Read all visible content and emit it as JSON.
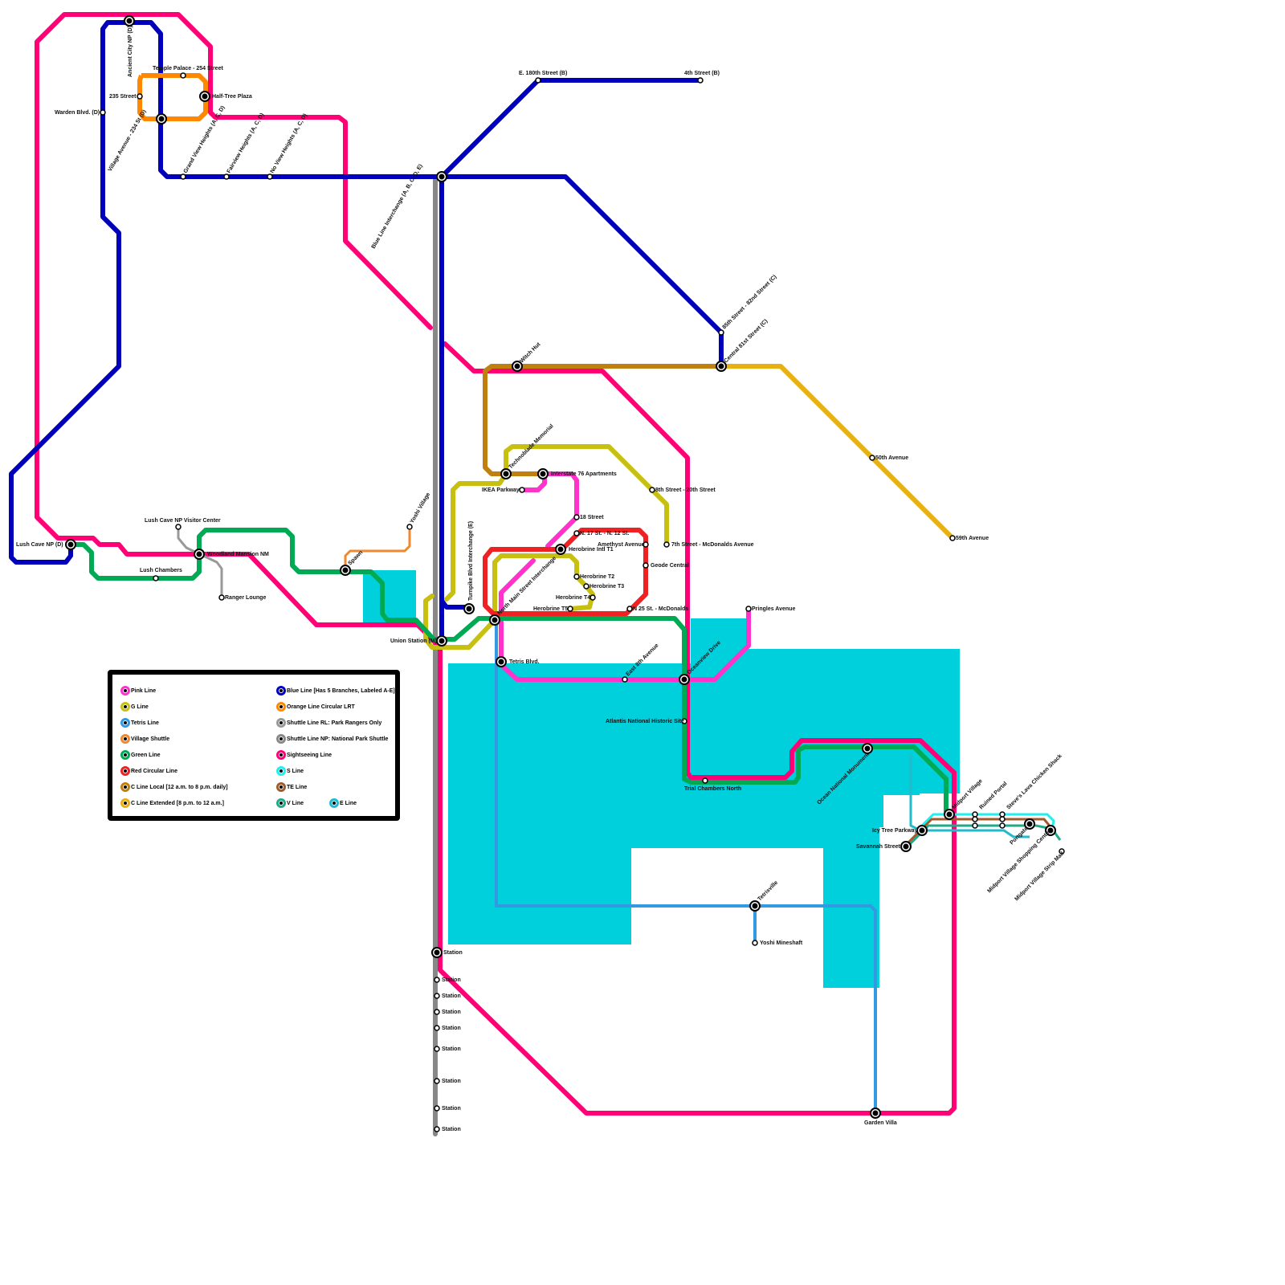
{
  "water_color": "#00cfdc",
  "lines": {
    "pink_line": "#ff33cc",
    "g_line": "#c8c010",
    "tetris_line": "#3399e0",
    "village_shuttle": "#f08830",
    "green_line": "#00aa55",
    "red_line": "#ee2222",
    "c_local": "#c08010",
    "c_extended": "#e8b010",
    "blue_line": "#0000bb",
    "orange_lrt": "#ff8800",
    "shuttle_rl": "#999999",
    "shuttle_np": "#888888",
    "sightseeing": "#ff0077",
    "s_line": "#22eeee",
    "te_line": "#a05a2c",
    "v_line": "#22aa88",
    "e_line": "#22bbcc"
  },
  "stations": {
    "ancient_city": "Ancient City NP (D)",
    "temple_palace": "Temple Palace - 254 Street",
    "s235": "235 Street",
    "half_tree": "Half-Tree Plaza",
    "warden": "Warden Blvd. (D)",
    "village_ave": "Village Avenue - 234 St (D)",
    "grand_view": "Grand View Heights (A, C, D)",
    "fairview": "Fairview Heights (A, C, D)",
    "no_view": "No View Heights (A, C, D)",
    "blue_interchange": "Blue Line Interchange (A, B, C, D, E)",
    "e180": "E. 180th Street (B)",
    "fourth": "4th Street (B)",
    "s85": "85th Street - 82nd Street (C)",
    "central81": "Central 81st Street (C)",
    "witch_hut": "Witch Hut",
    "ave50": "50th Avenue",
    "ave59": "59th Avenue",
    "techno": "Technoblade Memorial",
    "interstate": "Interstate 76 Apartments",
    "ikea": "IKEA Parkway",
    "s8": "8th Street - 20th Street",
    "s7": "7th Street - McDonalds Avenue",
    "s18": "18 Street",
    "n17": "N. 17 St. - N. 12 St.",
    "herobrine_t1": "Herobrine Intl T1",
    "amethyst": "Amethyst Avenue",
    "geode": "Geode Central",
    "herobrine_t2": "Herobrine T2",
    "herobrine_t3": "Herobrine T3",
    "herobrine_t4": "Herobrine T4",
    "herobrine_t5": "Herobrine T5",
    "n25": "N 25 St. - McDonalds",
    "turnpike": "Turnpike Blvd Interchange (E)",
    "north_main": "North Main Street Interchange",
    "yoshi_village": "Yoshi Village",
    "spawn": "Spawn",
    "lush_visitor": "Lush Cave NP Visitor Center",
    "lush_cave": "Lush Cave NP (D)",
    "woodland": "Woodland Mansion NM",
    "lush_chambers": "Lush Chambers",
    "ranger_lounge": "Ranger Lounge",
    "union": "Union Station (M)",
    "tetris_blvd": "Tetris Blvd.",
    "pringles": "Pringles Avenue",
    "east8": "East 8th Avenue",
    "oceanview": "Oceanview Drive",
    "atlantis": "Atlantis National Historic Site",
    "trial_chambers": "Trial Chambers North",
    "ocean_monument": "Ocean National Monument",
    "midport_village": "Midport Village",
    "ruined_portal": "Ruined Portal",
    "steves": "Steve's Lava Chicken Shack",
    "icy_tree": "Icy Tree Parkway",
    "savannah": "Savannah Street",
    "portgate": "Portgate",
    "midport_shopping": "Midport Village Shopping Center",
    "midport_strip": "Midport Village Strip Mall",
    "tetrisville": "Tetrisville",
    "yoshi_mineshaft": "Yoshi Mineshaft",
    "garden_villa": "Garden Villa",
    "station": "Station"
  },
  "legend": [
    {
      "label": "Pink Line",
      "color": "#ff33cc"
    },
    {
      "label": "G Line",
      "color": "#c8c010"
    },
    {
      "label": "Tetris Line",
      "color": "#3399e0"
    },
    {
      "label": "Village Shuttle",
      "color": "#f08830"
    },
    {
      "label": "Green Line",
      "color": "#00aa55"
    },
    {
      "label": "Red Circular Line",
      "color": "#ee2222"
    },
    {
      "label": "C Line Local [12 a.m. to 8 p.m. daily]",
      "color": "#c08010"
    },
    {
      "label": "C Line Extended [8 p.m. to 12 a.m.]",
      "color": "#e8b010"
    },
    {
      "label": "Blue Line [Has 5 Branches, Labeled A-E]",
      "color": "#0000bb"
    },
    {
      "label": "Orange Line Circular LRT",
      "color": "#ff8800"
    },
    {
      "label": "Shuttle Line RL: Park Rangers Only",
      "color": "#999999"
    },
    {
      "label": "Shuttle Line NP: National Park Shuttle",
      "color": "#888888"
    },
    {
      "label": "Sightseeing Line",
      "color": "#ff0077"
    },
    {
      "label": "S Line",
      "color": "#22eeee"
    },
    {
      "label": "TE Line",
      "color": "#a05a2c"
    },
    {
      "label": "V Line",
      "color": "#22aa88"
    },
    {
      "label": "E Line",
      "color": "#22bbcc"
    }
  ]
}
